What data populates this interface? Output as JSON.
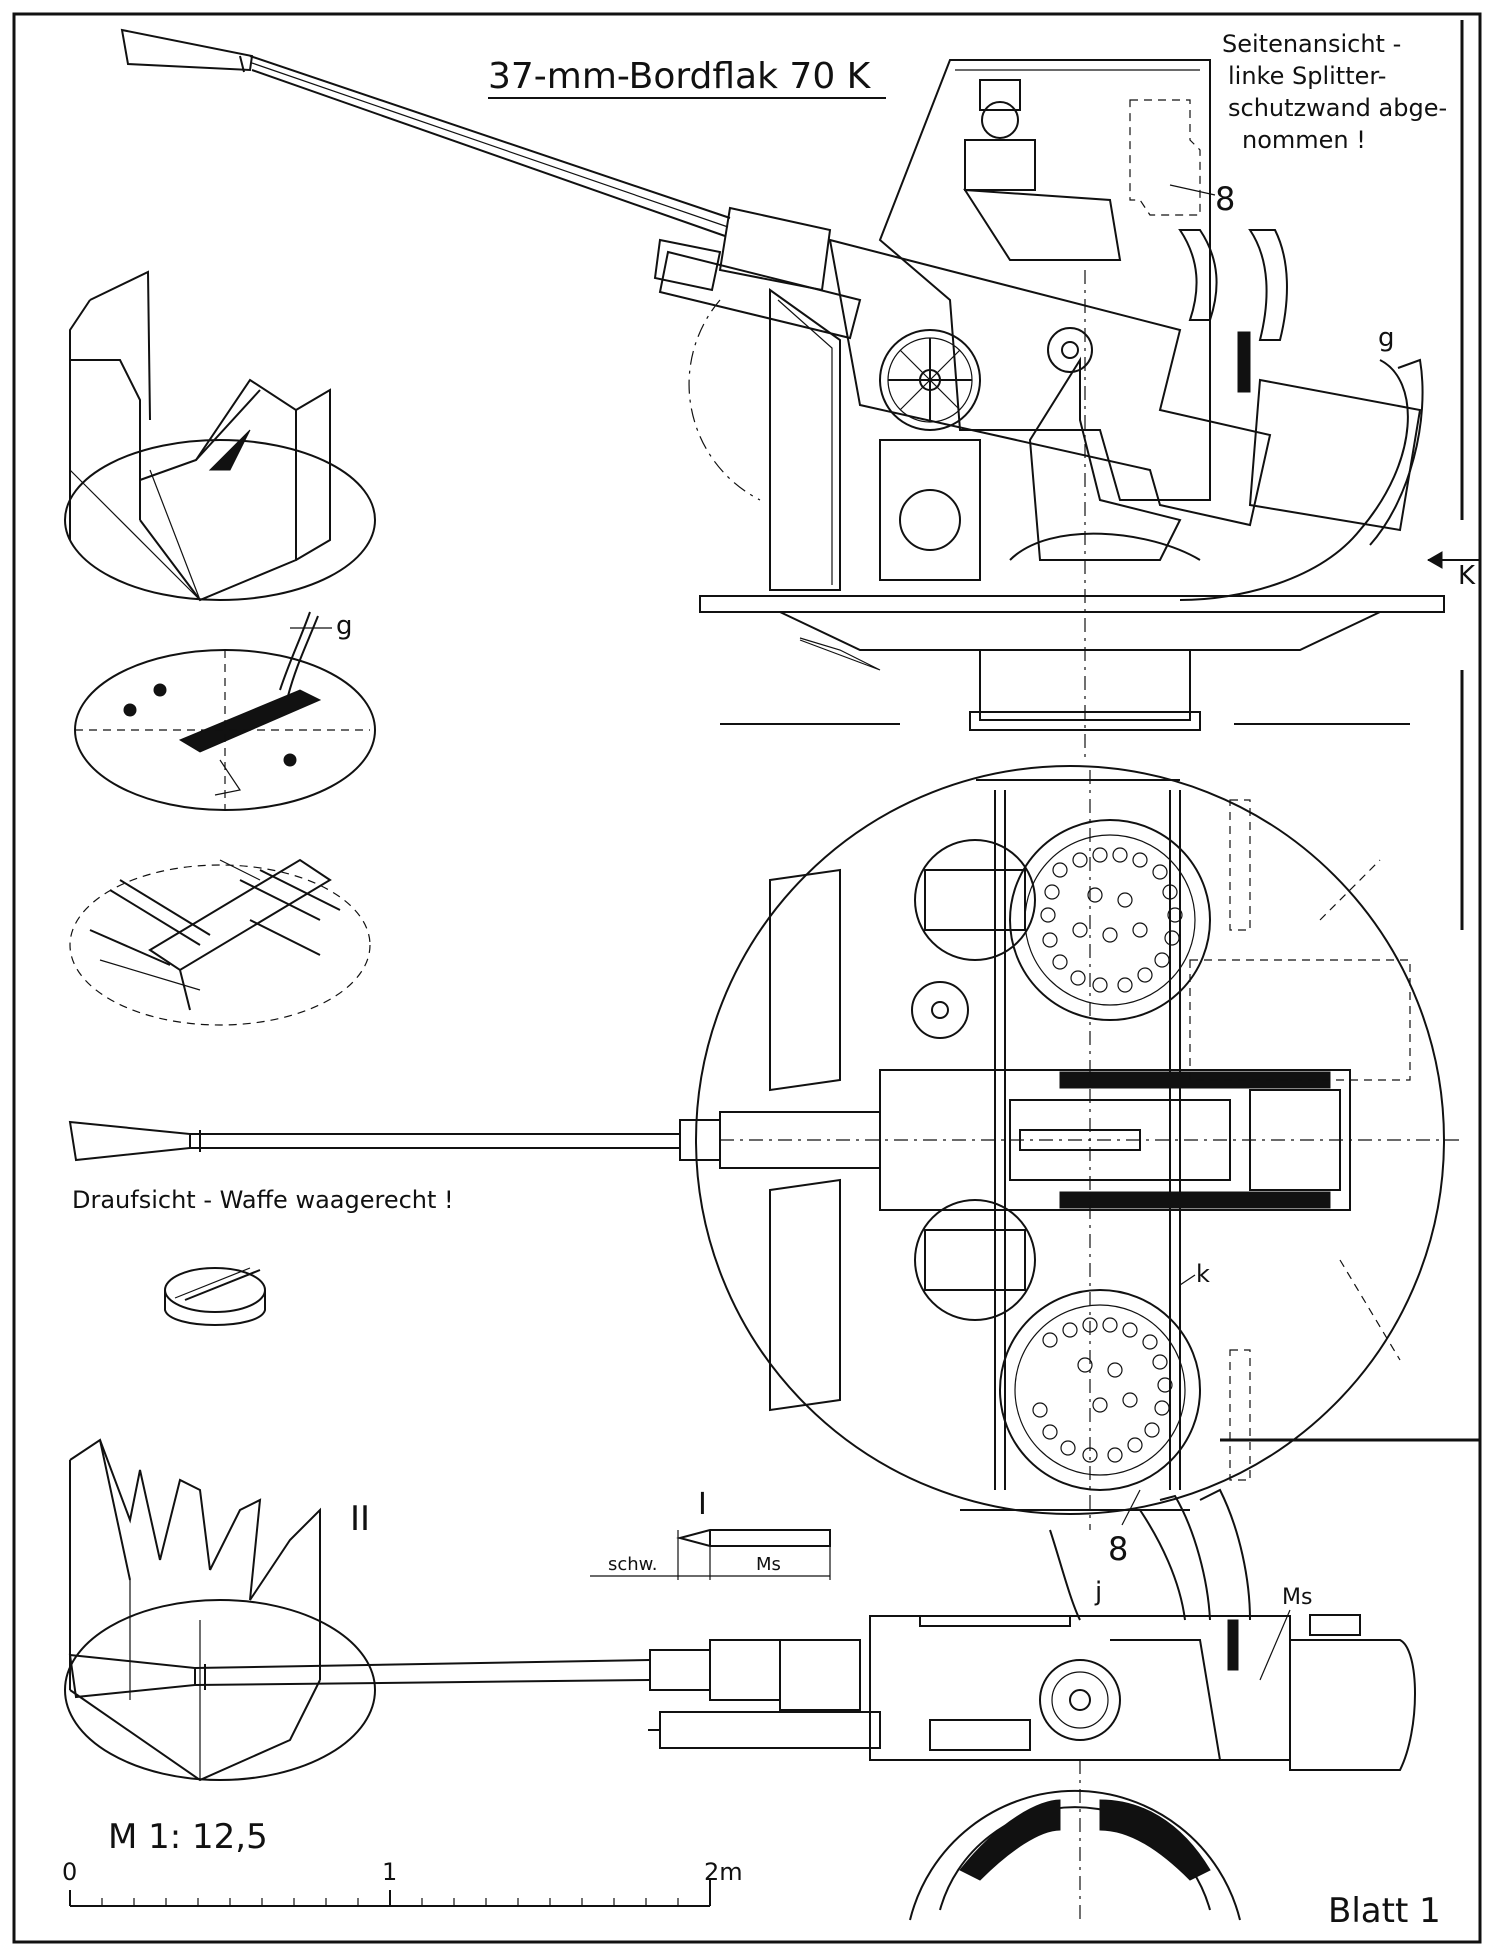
{
  "sheet": {
    "title": "37-mm-Bordflak  70 K",
    "sheet_label": "Blatt 1",
    "scale_label": "M 1: 12,5",
    "scale_ticks": [
      "0",
      "1",
      "2m"
    ]
  },
  "views": {
    "side_note_line1": "Seitenansicht -",
    "side_note_line2": "linke Splitter-",
    "side_note_line3": "schutzwand abge-",
    "side_note_line4": "nommen !",
    "top_note": "Draufsicht - Waffe waagerecht !"
  },
  "callouts": {
    "eight_top": "8",
    "eight_bottom": "8",
    "g_top": "g",
    "g_detail": "g",
    "k_arrow": "K",
    "k_small": "k",
    "j": "j",
    "ms_right": "Ms",
    "roman_one": "I",
    "roman_two": "II"
  },
  "cartridge": {
    "schw": "schw.",
    "ms": "Ms"
  }
}
